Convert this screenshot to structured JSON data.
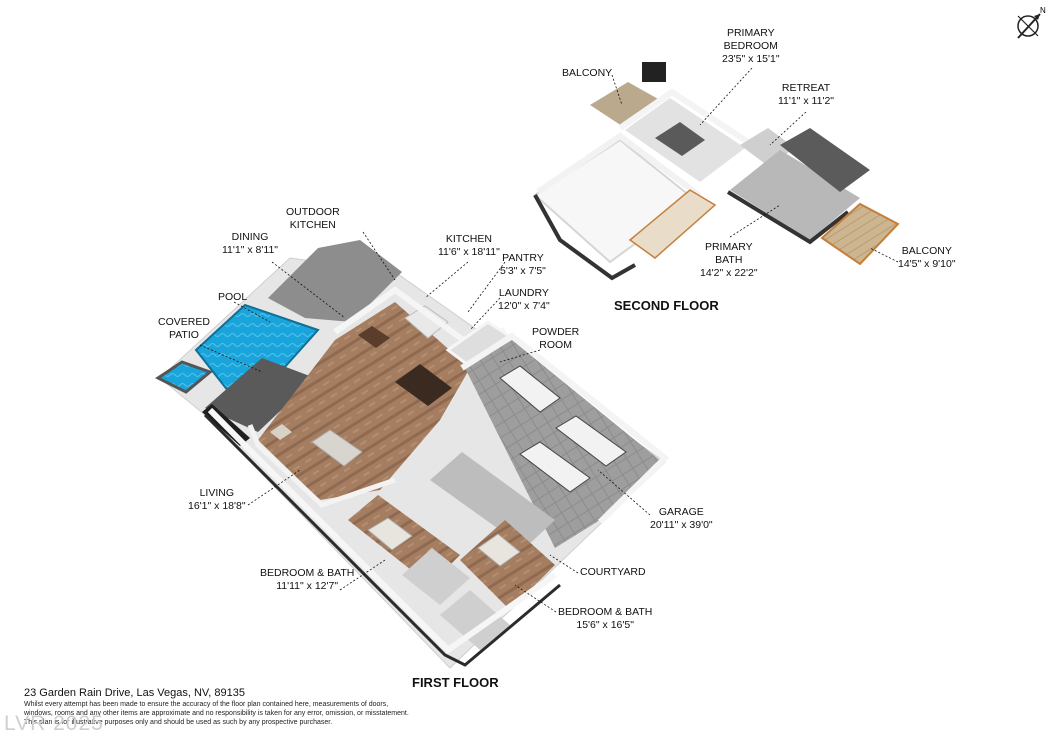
{
  "address": "23 Garden Rain Drive, Las Vegas, NV, 89135",
  "disclaimer": [
    "Whilst every attempt has been made to ensure the accuracy of the floor plan contained here, measurements of doors,",
    "windows, rooms and any other items are approximate and no responsibility is taken for any error, omission, or misstatement.",
    "This plan is for illustrative purposes only and should be used as such by any prospective purchaser."
  ],
  "watermark": "LVR 2025",
  "compass": {
    "label": "N"
  },
  "floors": {
    "first": {
      "title": "FIRST FLOOR"
    },
    "second": {
      "title": "SECOND FLOOR"
    }
  },
  "rooms": {
    "outdoor_kitchen": {
      "name": "OUTDOOR KITCHEN",
      "line1": "OUTDOOR",
      "line2": "KITCHEN"
    },
    "dining": {
      "name": "DINING",
      "dims": "11'1\" x 8'11\""
    },
    "pool": {
      "name": "POOL"
    },
    "covered_patio": {
      "name": "COVERED PATIO",
      "line1": "COVERED",
      "line2": "PATIO"
    },
    "kitchen": {
      "name": "KITCHEN",
      "dims": "11'6\" x 18'11\""
    },
    "pantry": {
      "name": "PANTRY",
      "dims": "5'3\" x 7'5\""
    },
    "laundry": {
      "name": "LAUNDRY",
      "dims": "12'0\" x 7'4\""
    },
    "powder_room": {
      "name": "POWDER ROOM",
      "line1": "POWDER",
      "line2": "ROOM"
    },
    "living": {
      "name": "LIVING",
      "dims": "16'1\" x 18'8\""
    },
    "garage": {
      "name": "GARAGE",
      "dims": "20'11\" x 39'0\""
    },
    "courtyard": {
      "name": "COURTYARD"
    },
    "bedroom_bath_1": {
      "name": "BEDROOM & BATH",
      "dims": "11'11\" x 12'7\""
    },
    "bedroom_bath_2": {
      "name": "BEDROOM & BATH",
      "dims": "15'6\" x 16'5\""
    },
    "balcony_1": {
      "name": "BALCONY"
    },
    "primary_bedroom": {
      "name": "PRIMARY BEDROOM",
      "line1": "PRIMARY",
      "line2": "BEDROOM",
      "dims": "23'5\" x 15'1\""
    },
    "retreat": {
      "name": "RETREAT",
      "dims": "11'1\" x 11'2\""
    },
    "primary_bath": {
      "name": "PRIMARY BATH",
      "line1": "PRIMARY",
      "line2": "BATH",
      "dims": "14'2\" x 22'2\""
    },
    "balcony_2": {
      "name": "BALCONY",
      "dims": "14'5\" x 9'10\""
    }
  },
  "colors": {
    "floor_wood": "#a07a5e",
    "pool_water": "#1aa3d9",
    "patio_dark": "#6e6e6e",
    "garage_floor": "#9a9a9a",
    "wall_white": "#f4f4f4",
    "wall_dark": "#2b2b2b",
    "deck_tan": "#c9b08c"
  }
}
